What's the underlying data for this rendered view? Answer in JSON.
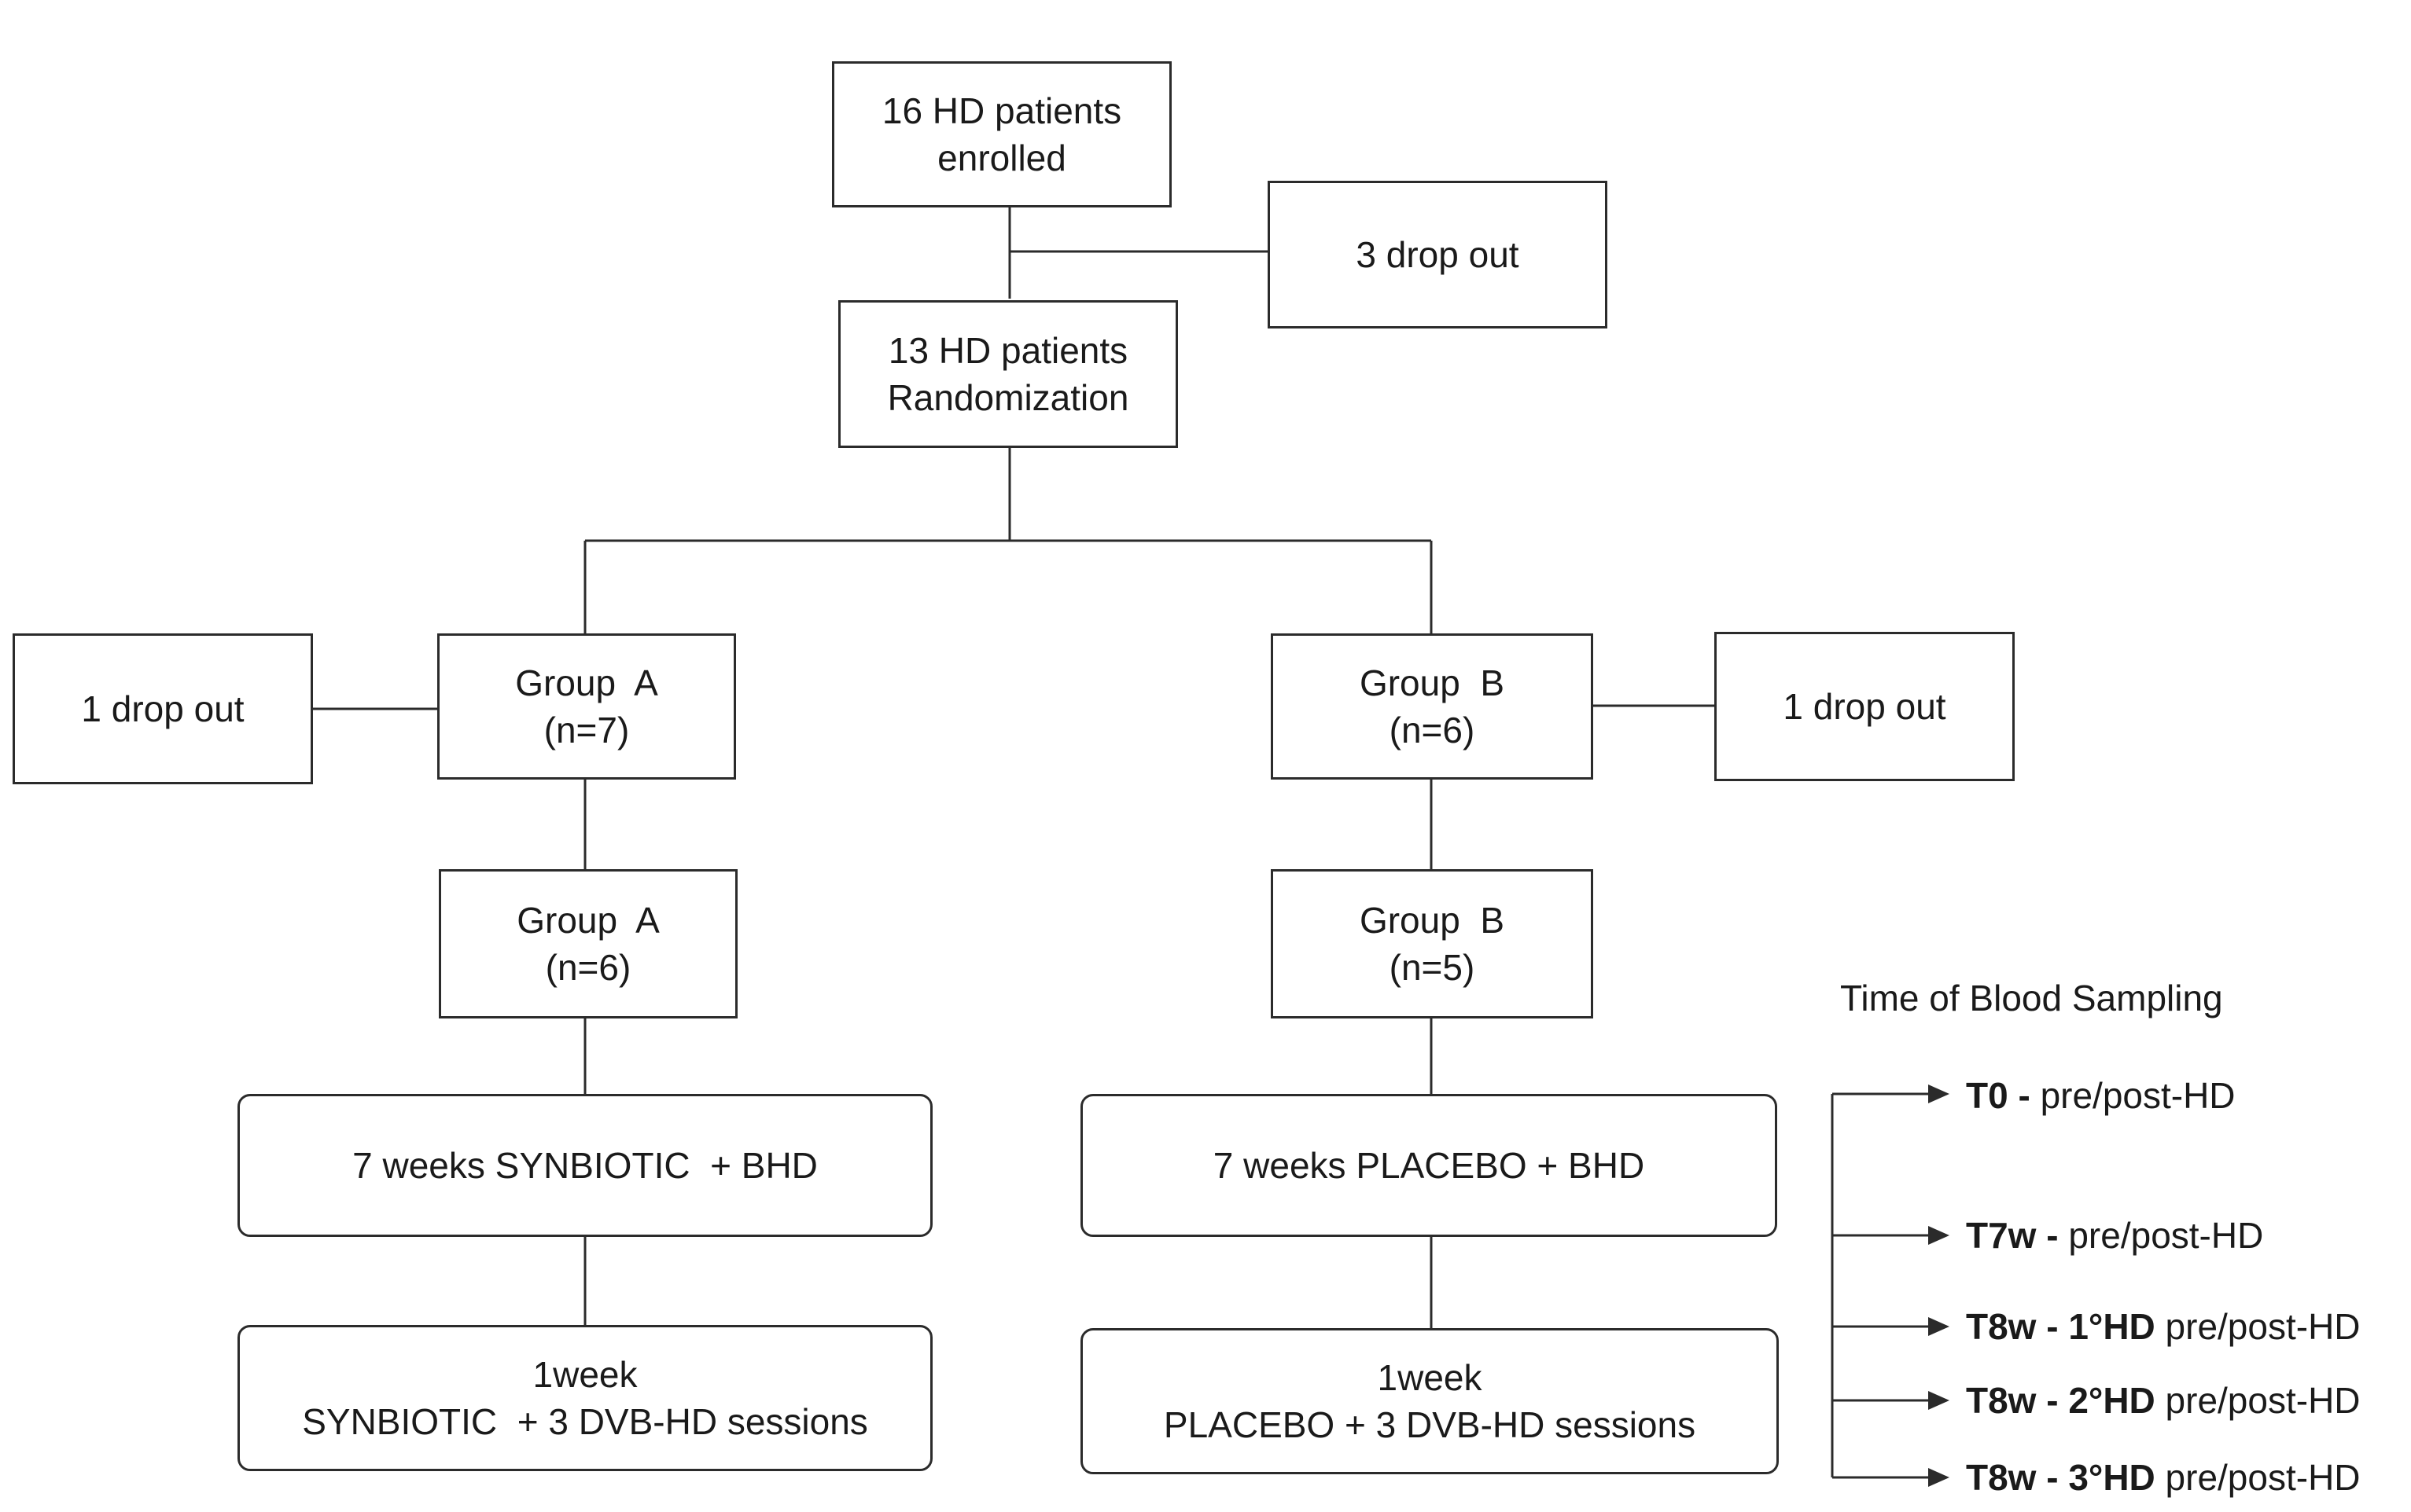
{
  "flow": {
    "enrolled": {
      "line1": "16 HD patients",
      "line2": "enrolled"
    },
    "drop_top": {
      "label": "3 drop out"
    },
    "randomized": {
      "line1": "13 HD patients",
      "line2": "Randomization"
    },
    "group_a_initial": {
      "line1": "Group  A",
      "line2": "(n=7)"
    },
    "drop_a": {
      "label": "1 drop out"
    },
    "group_b_initial": {
      "line1": "Group  B",
      "line2": "(n=6)"
    },
    "drop_b": {
      "label": "1 drop out"
    },
    "group_a_final": {
      "line1": "Group  A",
      "line2": "(n=6)"
    },
    "group_b_final": {
      "line1": "Group  B",
      "line2": "(n=5)"
    },
    "treatment_a": {
      "label": "7 weeks SYNBIOTIC  + BHD"
    },
    "treatment_b": {
      "label": "7 weeks PLACEBO + BHD"
    },
    "followup_a": {
      "line1": "1week",
      "line2": "SYNBIOTIC  + 3 DVB-HD sessions"
    },
    "followup_b": {
      "line1": "1week",
      "line2": "PLACEBO + 3 DVB-HD sessions"
    }
  },
  "sampling": {
    "title": "Time of Blood Sampling",
    "timepoints": [
      {
        "code": "T0 - ",
        "detail": "pre/post-HD"
      },
      {
        "code": "T7w - ",
        "detail": "pre/post-HD"
      },
      {
        "code": "T8w - 1°HD",
        "detail": " pre/post-HD"
      },
      {
        "code": "T8w - 2°HD",
        "detail": " pre/post-HD"
      },
      {
        "code": "T8w - 3°HD",
        "detail": " pre/post-HD"
      }
    ]
  },
  "style": {
    "line_color": "#2b2b2b",
    "border_color": "#2b2b2b",
    "text_color": "#1a1a1a"
  }
}
